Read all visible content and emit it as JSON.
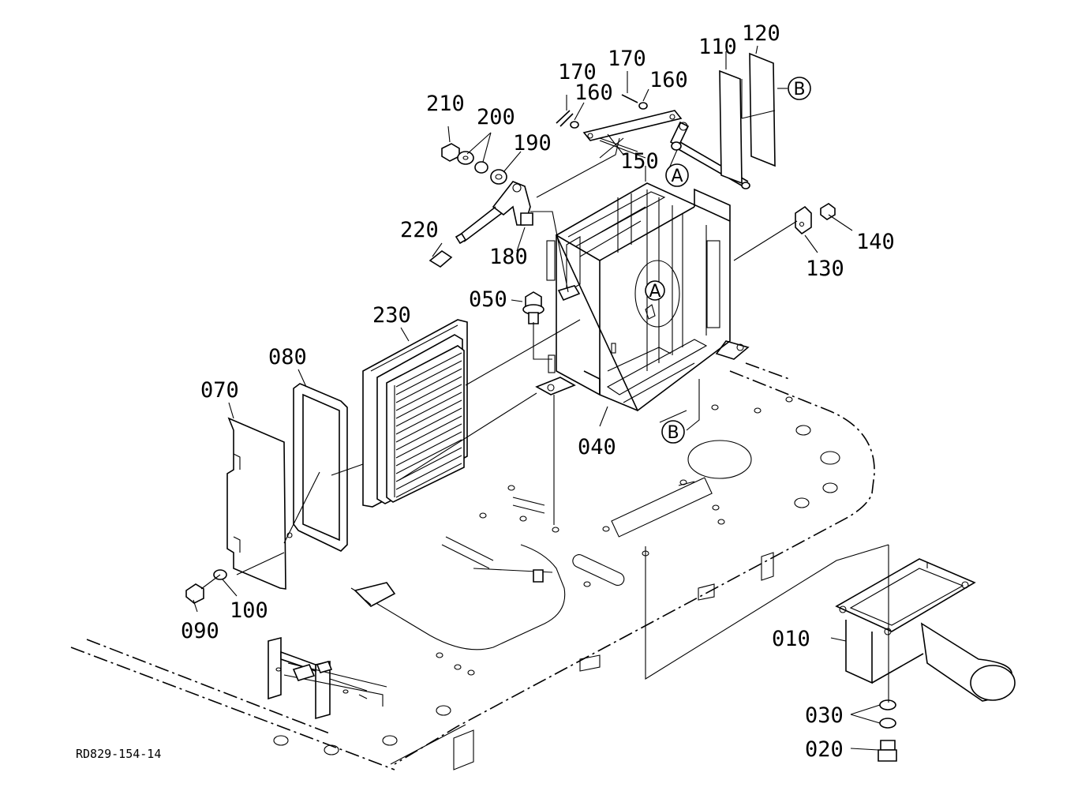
{
  "diagram": {
    "document_code": "RD829-154-14",
    "part_labels": {
      "p010": "010",
      "p020": "020",
      "p030": "030",
      "p040": "040",
      "p050": "050",
      "p070": "070",
      "p080": "080",
      "p090": "090",
      "p100": "100",
      "p110": "110",
      "p120": "120",
      "p130": "130",
      "p140": "140",
      "p150": "150",
      "p160a": "160",
      "p160b": "160",
      "p170a": "170",
      "p170b": "170",
      "p180": "180",
      "p190": "190",
      "p200": "200",
      "p210": "210",
      "p220": "220",
      "p230": "230"
    },
    "reference_marks": {
      "a1": "A",
      "a2": "A",
      "b1": "B",
      "b2": "B"
    }
  }
}
